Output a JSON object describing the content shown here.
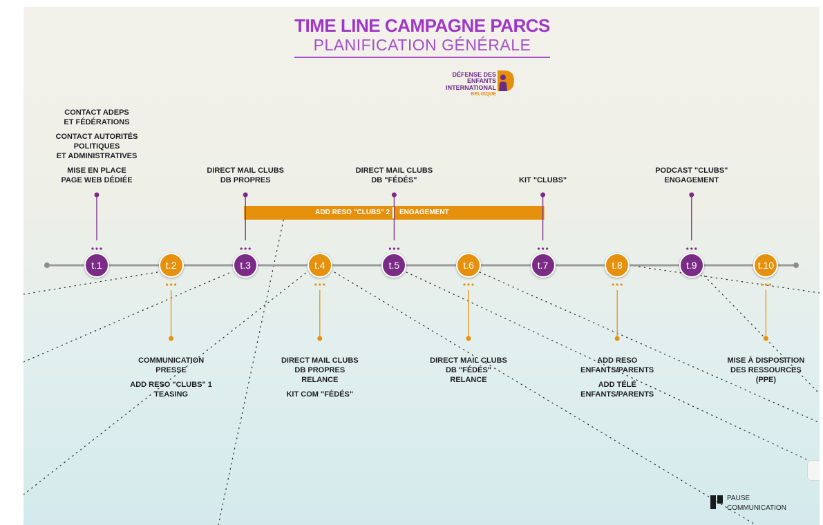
{
  "title": "TIME LINE CAMPAGNE PARCS",
  "subtitle": "PLANIFICATION GÉNÉRALE",
  "logo": {
    "line1": "DÉFENSE DES ENFANTS",
    "line2": "INTERNATIONAL",
    "line3": "BELGIQUE"
  },
  "colors": {
    "purple": "#7a2b85",
    "orange": "#e5910d",
    "title": "#9f36c7",
    "timeline": "#9b9b9b"
  },
  "milestones": [
    {
      "label": "t.1",
      "color": "purple"
    },
    {
      "label": "t.2",
      "color": "orange"
    },
    {
      "label": "t.3",
      "color": "purple"
    },
    {
      "label": "t.4",
      "color": "orange"
    },
    {
      "label": "t.5",
      "color": "purple"
    },
    {
      "label": "t.6",
      "color": "orange"
    },
    {
      "label": "t.7",
      "color": "purple"
    },
    {
      "label": "t.8",
      "color": "orange"
    },
    {
      "label": "t.9",
      "color": "purple"
    },
    {
      "label": "t.10",
      "color": "orange"
    }
  ],
  "top_labels": [
    {
      "milestone": "t.1",
      "lines": [
        "CONTACT ADEPS\nET FÉDÉRATIONS",
        "CONTACT AUTORITÉS\nPOLITIQUES\nET ADMINISTRATIVES",
        "MISE EN PLACE\nPAGE WEB DÉDIÉE"
      ]
    },
    {
      "milestone": "t.3",
      "lines": [
        "DIRECT MAIL CLUBS\nDB PROPRES"
      ]
    },
    {
      "milestone": "t.5",
      "lines": [
        "DIRECT MAIL CLUBS\nDB \"FÉDÉS\""
      ]
    },
    {
      "milestone": "t.7",
      "lines": [
        "KIT \"CLUBS\""
      ]
    },
    {
      "milestone": "t.9",
      "lines": [
        "PODCAST \"CLUBS\"\nENGAGEMENT"
      ]
    }
  ],
  "bottom_labels": [
    {
      "milestone": "t.2",
      "lines": [
        "COMMUNICATION\nPRESSE",
        "ADD RESO \"CLUBS\" 1\nTEASING"
      ]
    },
    {
      "milestone": "t.4",
      "lines": [
        "DIRECT MAIL CLUBS\nDB PROPRES\nRELANCE",
        "KIT COM \"FÉDÉS\""
      ]
    },
    {
      "milestone": "t.6",
      "lines": [
        "DIRECT MAIL CLUBS\nDB \"FÉDÉS\"\nRELANCE"
      ]
    },
    {
      "milestone": "t.8",
      "lines": [
        "ADD RESO\nENFANTS/PARENTS",
        "ADD TÉLÉ\nENFANTS/PARENTS"
      ]
    },
    {
      "milestone": "t.10",
      "lines": [
        "MISE À DISPOSITION\nDES RESSOURCES\n(PPE)"
      ]
    }
  ],
  "bar": {
    "part1": "ADD RESO \"CLUBS\" 2",
    "part2": "ENGAGEMENT",
    "from": "t.3",
    "to": "t.7"
  },
  "pause": {
    "line1": "PAUSE",
    "line2": "COMMUNICATION"
  }
}
